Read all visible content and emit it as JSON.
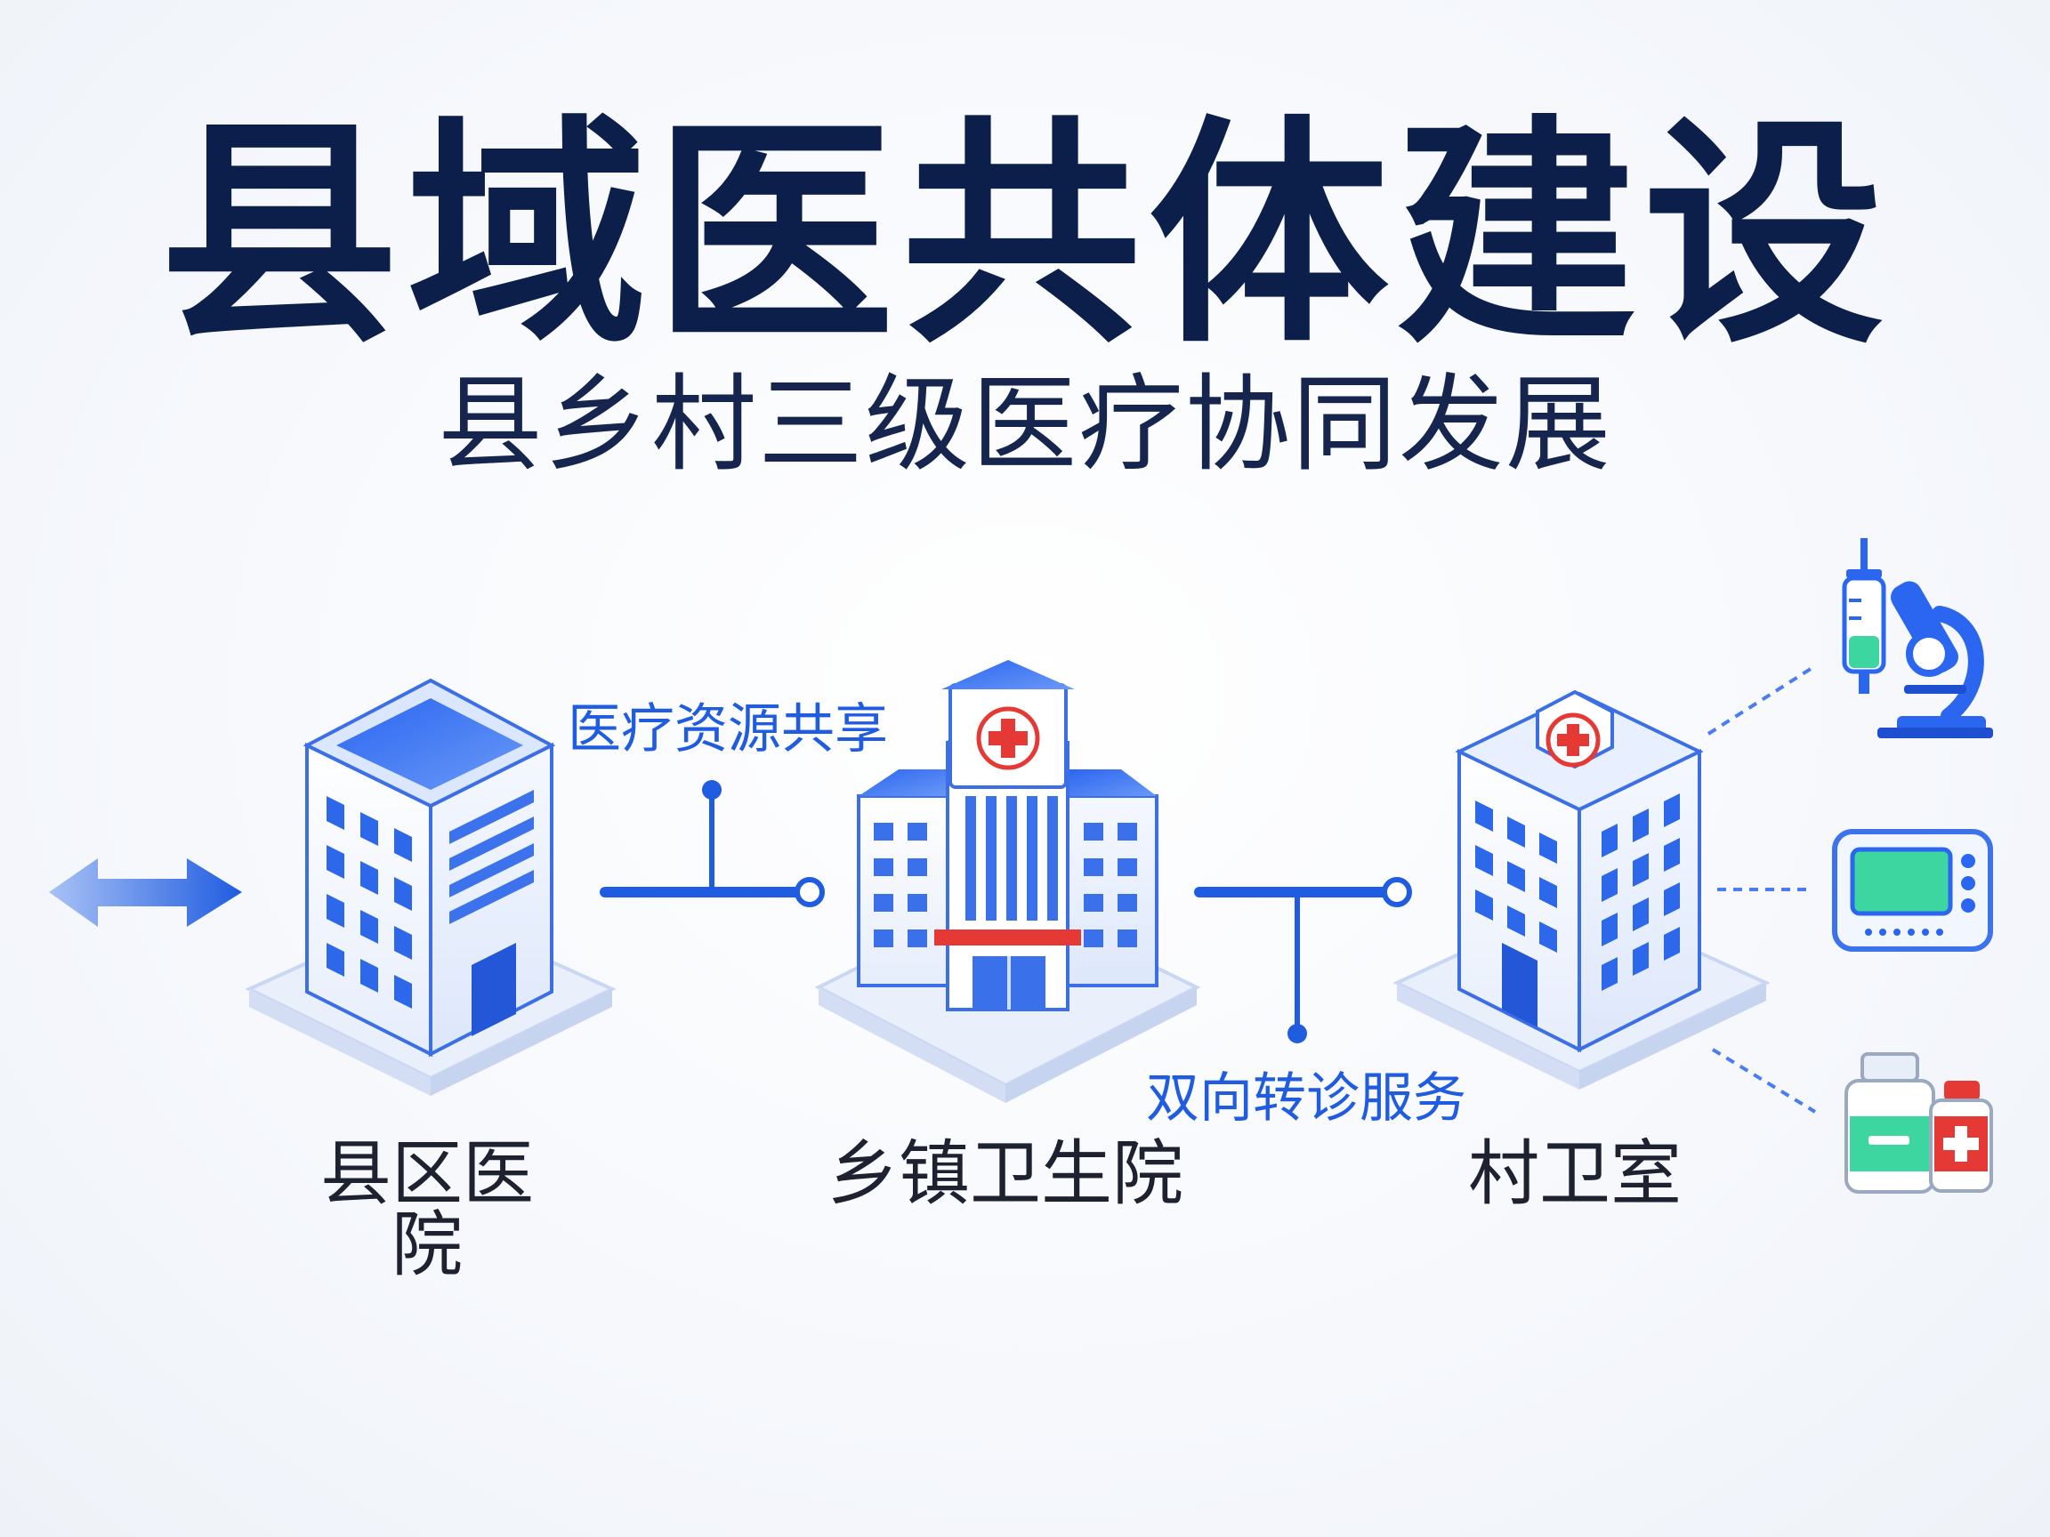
{
  "title": "县域医共体建设",
  "subtitle": "县乡村三级医疗协同发展",
  "nodes": [
    {
      "id": "county",
      "label": "县区医院"
    },
    {
      "id": "township",
      "label": "乡镇卫生院"
    },
    {
      "id": "village",
      "label": "村卫室"
    }
  ],
  "connections": [
    {
      "from": "county",
      "to": "township",
      "label": "医疗资源共享"
    },
    {
      "from": "township",
      "to": "village",
      "label": "双向转诊服务"
    }
  ],
  "side_icons": [
    "syringe-icon",
    "microscope-icon",
    "monitor-icon",
    "medicine-bottles-icon"
  ],
  "colors": {
    "title": "#0c1f4a",
    "primary_blue": "#1f5ce0",
    "light_blue": "#dbe6ff",
    "red_cross": "#e53935",
    "green": "#3dd6a0"
  }
}
